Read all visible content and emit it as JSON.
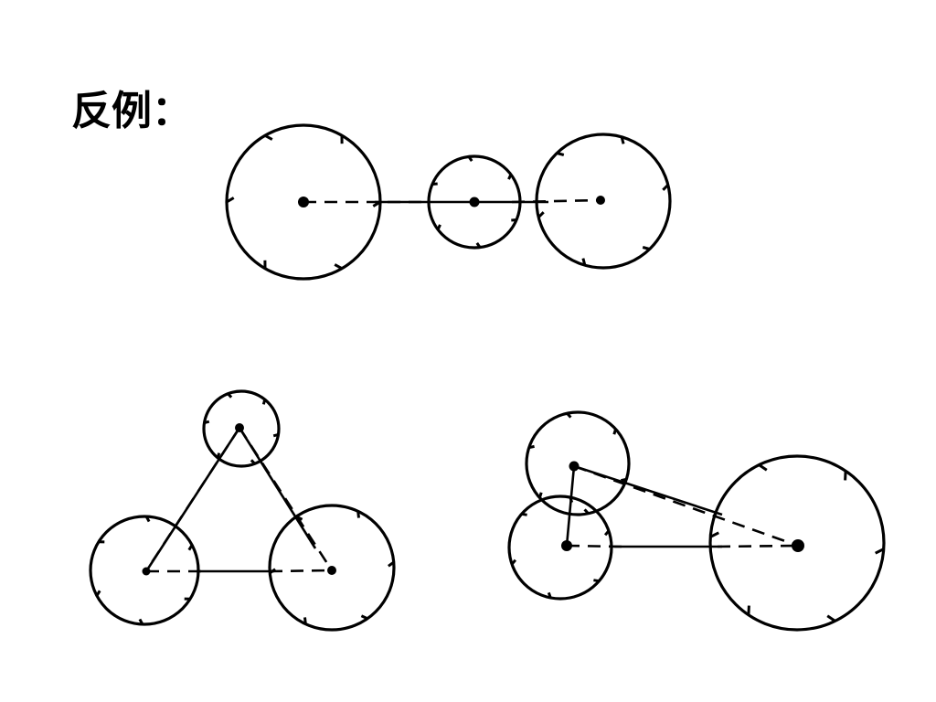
{
  "heading": {
    "text": "反例："
  },
  "figure": {
    "arrangements": [
      {
        "name": "linear-three-circles",
        "circle_count": 3
      },
      {
        "name": "triangle-three-circles",
        "circle_count": 3
      },
      {
        "name": "overlapping-three-circles",
        "circle_count": 3
      }
    ],
    "stroke_color": "#000000",
    "background_color": "#ffffff"
  }
}
